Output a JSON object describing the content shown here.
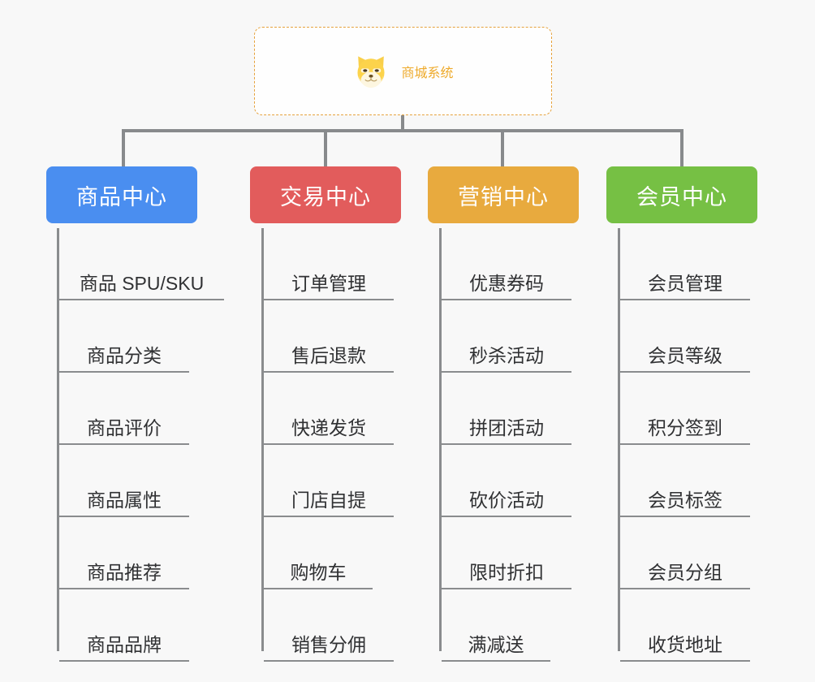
{
  "background_color": "#f8f8f8",
  "root": {
    "title": "商城系统",
    "title_color": "#eeaa2b",
    "logo_icon": "shiba-dog-face-icon",
    "border_color": "#e6a23c",
    "border_style": "dashed"
  },
  "connector_color": "#888a8c",
  "columns": [
    {
      "id": "product-center",
      "label": "商品中心",
      "color": "#4a8ef0",
      "items": [
        "商品 SPU/SKU",
        "商品分类",
        "商品评价",
        "商品属性",
        "商品推荐",
        "商品品牌"
      ]
    },
    {
      "id": "trade-center",
      "label": "交易中心",
      "color": "#e25c5c",
      "items": [
        "订单管理",
        "售后退款",
        "快递发货",
        "门店自提",
        "购物车",
        "销售分佣"
      ]
    },
    {
      "id": "marketing-center",
      "label": "营销中心",
      "color": "#e8aa3e",
      "items": [
        "优惠券码",
        "秒杀活动",
        "拼团活动",
        "砍价活动",
        "限时折扣",
        "满减送"
      ]
    },
    {
      "id": "member-center",
      "label": "会员中心",
      "color": "#76c044",
      "items": [
        "会员管理",
        "会员等级",
        "积分签到",
        "会员标签",
        "会员分组",
        "收货地址"
      ]
    }
  ]
}
